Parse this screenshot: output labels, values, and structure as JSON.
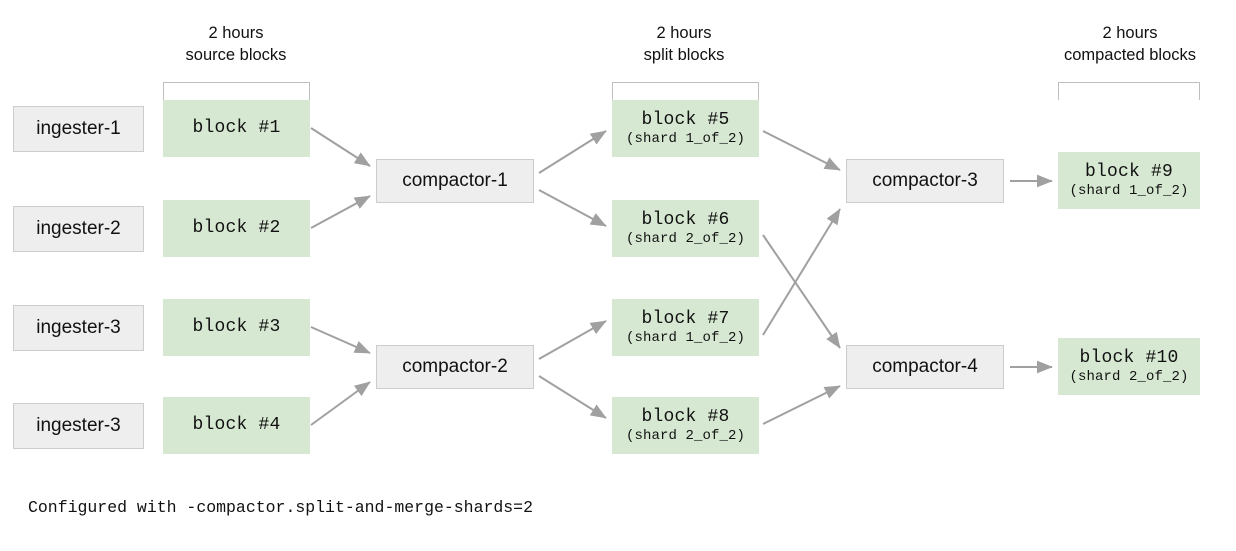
{
  "diagram": {
    "title_caption": "Configured with -compactor.split-and-merge-shards=2",
    "colors": {
      "block_fill": "#d6e8d2",
      "node_fill": "#eeeeee",
      "node_border": "#cccccc",
      "arrow": "#a0a0a0",
      "bracket": "#bfbfbf",
      "text": "#111111"
    },
    "group_headers": [
      {
        "line1": "2 hours",
        "line2": "source blocks"
      },
      {
        "line1": "2 hours",
        "line2": "split blocks"
      },
      {
        "line1": "2 hours",
        "line2": "compacted blocks"
      }
    ],
    "ingesters": [
      {
        "label": "ingester-1"
      },
      {
        "label": "ingester-2"
      },
      {
        "label": "ingester-3"
      },
      {
        "label": "ingester-3"
      }
    ],
    "source_blocks": [
      {
        "title": "block #1",
        "sub": ""
      },
      {
        "title": "block #2",
        "sub": ""
      },
      {
        "title": "block #3",
        "sub": ""
      },
      {
        "title": "block #4",
        "sub": ""
      }
    ],
    "compactors_stage1": [
      {
        "label": "compactor-1"
      },
      {
        "label": "compactor-2"
      }
    ],
    "split_blocks": [
      {
        "title": "block #5",
        "sub": "(shard 1_of_2)"
      },
      {
        "title": "block #6",
        "sub": "(shard 2_of_2)"
      },
      {
        "title": "block #7",
        "sub": "(shard 1_of_2)"
      },
      {
        "title": "block #8",
        "sub": "(shard 2_of_2)"
      }
    ],
    "compactors_stage2": [
      {
        "label": "compactor-3"
      },
      {
        "label": "compactor-4"
      }
    ],
    "compacted_blocks": [
      {
        "title": "block #9",
        "sub": "(shard 1_of_2)"
      },
      {
        "title": "block #10",
        "sub": "(shard 2_of_2)"
      }
    ],
    "edges": [
      {
        "from": "block #1",
        "to": "compactor-1"
      },
      {
        "from": "block #2",
        "to": "compactor-1"
      },
      {
        "from": "block #3",
        "to": "compactor-2"
      },
      {
        "from": "block #4",
        "to": "compactor-2"
      },
      {
        "from": "compactor-1",
        "to": "block #5"
      },
      {
        "from": "compactor-1",
        "to": "block #6"
      },
      {
        "from": "compactor-2",
        "to": "block #7"
      },
      {
        "from": "compactor-2",
        "to": "block #8"
      },
      {
        "from": "block #5",
        "to": "compactor-3"
      },
      {
        "from": "block #6",
        "to": "compactor-4"
      },
      {
        "from": "block #7",
        "to": "compactor-3"
      },
      {
        "from": "block #8",
        "to": "compactor-4"
      },
      {
        "from": "compactor-3",
        "to": "block #9"
      },
      {
        "from": "compactor-4",
        "to": "block #10"
      }
    ]
  }
}
